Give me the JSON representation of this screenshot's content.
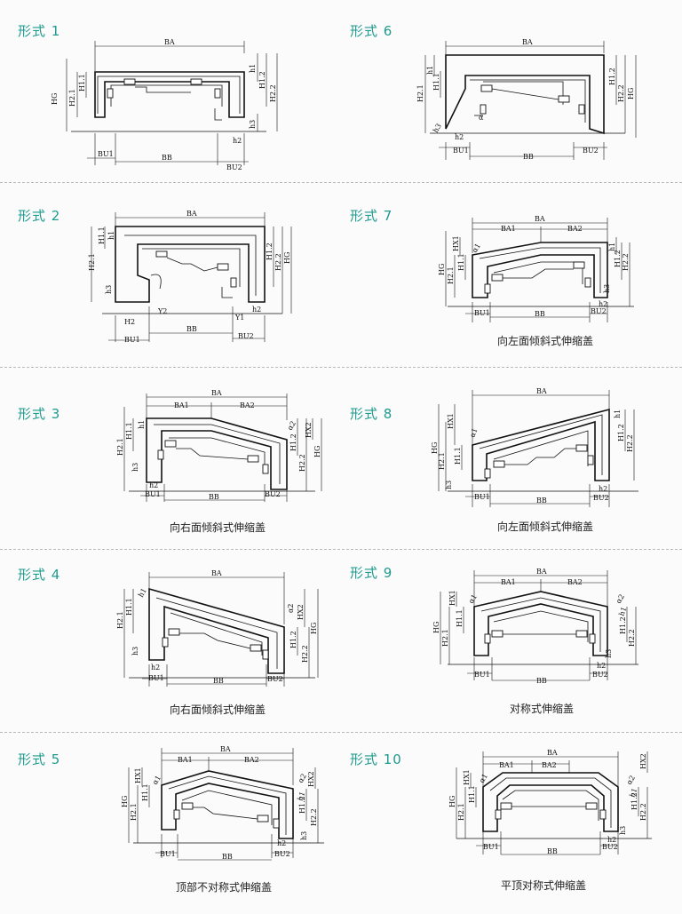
{
  "forms": [
    {
      "title": "形式 1",
      "caption": "",
      "labels": {
        "BA": "BA",
        "BB": "BB",
        "BU1": "BU1",
        "BU2": "BU2",
        "HG": "HG",
        "H2_1": "H2.1",
        "H1_1": "H1.1",
        "H1_2": "H1.2",
        "H2_2": "H2.2",
        "h1": "h1",
        "h2": "h2",
        "h3": "h3"
      }
    },
    {
      "title": "形式 2",
      "caption": "",
      "labels": {
        "BA": "BA",
        "BB": "BB",
        "BU1": "BU1",
        "BU2": "BU2",
        "HG": "HG",
        "H2_1": "H2.1",
        "H1_1": "H1.1",
        "H1_2": "H1.2",
        "H2_2": "H2.2",
        "h1": "h1",
        "h2": "h2",
        "h3": "h3",
        "H2": "H2",
        "Y1": "Y1",
        "Y2": "Y2"
      }
    },
    {
      "title": "形式 3",
      "caption": "向右面倾斜式伸缩盖",
      "labels": {
        "BA": "BA",
        "BA1": "BA1",
        "BA2": "BA2",
        "BB": "BB",
        "BU1": "BU1",
        "BU2": "BU2",
        "HG": "HG",
        "H2_1": "H2.1",
        "H1_1": "H1.1",
        "H1_2": "H1.2",
        "H2_2": "H2.2",
        "HX2": "HX2",
        "a2": "α2",
        "h1": "h1",
        "h2": "h2",
        "h3": "h3"
      }
    },
    {
      "title": "形式 4",
      "caption": "向右面倾斜式伸缩盖",
      "labels": {
        "BA": "BA",
        "BB": "BB",
        "BU1": "BU1",
        "BU2": "BU2",
        "HG": "HG",
        "H2_1": "H2.1",
        "H1_1": "H1.1",
        "H1_2": "H1.2",
        "H2_2": "H2.2",
        "HX2": "HX2",
        "a2": "α2",
        "h1": "h1",
        "h2": "h2",
        "h3": "h3"
      }
    },
    {
      "title": "形式 5",
      "caption": "顶部不对称式伸缩盖",
      "labels": {
        "BA": "BA",
        "BA1": "BA1",
        "BA2": "BA2",
        "BB": "BB",
        "BU1": "BU1",
        "BU2": "BU2",
        "HG": "HG",
        "H2_1": "H2.1",
        "H1_1": "H1.1",
        "H1_2": "H1.2",
        "H2_2": "H2.2",
        "HX1": "HX1",
        "HX2": "HX2",
        "a1": "α1",
        "a2": "α2",
        "h1": "h1",
        "h2": "h2",
        "h3": "h3"
      }
    },
    {
      "title": "形式 6",
      "caption": "",
      "labels": {
        "BA": "BA",
        "BB": "BB",
        "BU1": "BU1",
        "BU2": "BU2",
        "HG": "HG",
        "H2_1": "H2.1",
        "H1_1": "H1.1",
        "H1_2": "H1.2",
        "H2_2": "H2.2",
        "h1": "h1",
        "h2": "h2",
        "h3": "h3",
        "a": "α"
      }
    },
    {
      "title": "形式 7",
      "caption": "向左面倾斜式伸缩盖",
      "labels": {
        "BA": "BA",
        "BA1": "BA1",
        "BA2": "BA2",
        "BB": "BB",
        "BU1": "BU1",
        "BU2": "BU2",
        "HG": "HG",
        "H2_1": "H2.1",
        "H1_1": "H1.1",
        "H1_2": "H1.2",
        "H2_2": "H2.2",
        "HX1": "HX1",
        "a1": "α1",
        "h1": "h1",
        "h2": "h2",
        "h3": "h3"
      }
    },
    {
      "title": "形式 8",
      "caption": "向左面倾斜式伸缩盖",
      "labels": {
        "BA": "BA",
        "BB": "BB",
        "BU1": "BU1",
        "BU2": "BU2",
        "HG": "HG",
        "H2_1": "H2.1",
        "H1_1": "H1.1",
        "H1_2": "H1.2",
        "H2_2": "H2.2",
        "HX1": "HX1",
        "a1": "α1",
        "h1": "h1",
        "h2": "h2",
        "h3": "h3"
      }
    },
    {
      "title": "形式 9",
      "caption": "对称式伸缩盖",
      "labels": {
        "BA": "BA",
        "BA1": "BA1",
        "BA2": "BA2",
        "BB": "BB",
        "BU1": "BU1",
        "BU2": "BU2",
        "HG": "HG",
        "H2_1": "H2.1",
        "H1_1": "H1.1",
        "H1_2": "H1.2",
        "H2_2": "H2.2",
        "HX1": "HX1",
        "a1": "α1",
        "a2": "α2",
        "h1": "h1",
        "h2": "h2",
        "h3": "h3"
      }
    },
    {
      "title": "形式 10",
      "caption": "平顶对称式伸缩盖",
      "labels": {
        "BA": "BA",
        "BA1": "BA1",
        "BA2": "BA2",
        "BB": "BB",
        "BU1": "BU1",
        "BU2": "BU2",
        "HG": "HG",
        "H2_1": "H2.1",
        "H1_1": "H1.1",
        "H1_2": "H1.2",
        "H2_2": "H2.2",
        "HX1": "HX1",
        "HX2": "HX2",
        "a1": "α1",
        "a2": "α2",
        "h1": "h1",
        "h2": "h2",
        "h3": "h3"
      }
    }
  ]
}
